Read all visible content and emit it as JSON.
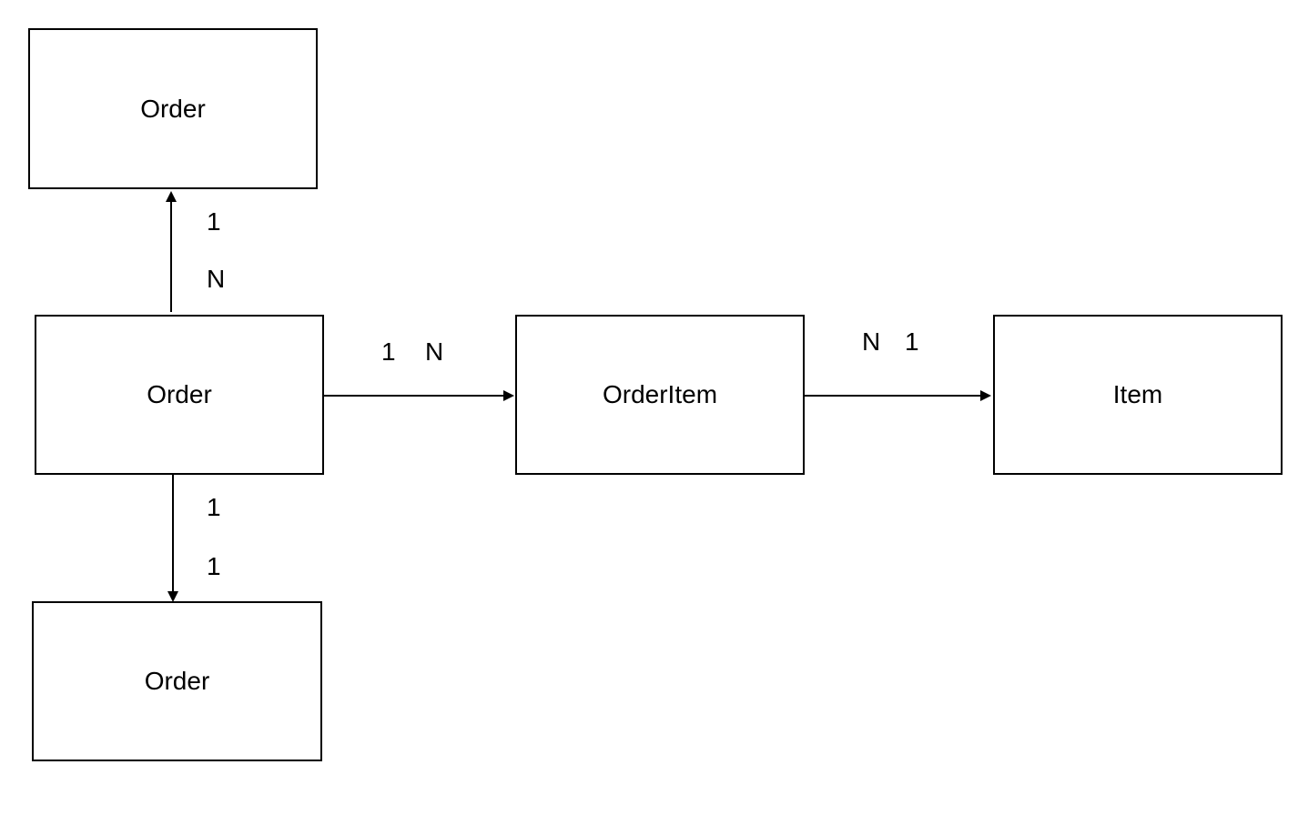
{
  "diagram": {
    "entities": {
      "order_top": "Order",
      "order_center": "Order",
      "order_bottom": "Order",
      "order_item": "OrderItem",
      "item": "Item"
    },
    "relationships": {
      "center_to_top": {
        "near_target": "1",
        "near_source": "N"
      },
      "center_to_bottom": {
        "near_source": "1",
        "near_target": "1"
      },
      "center_to_orderitem": {
        "near_source": "1",
        "near_target": "N"
      },
      "orderitem_to_item": {
        "near_source": "N",
        "near_target": "1"
      }
    },
    "colors": {
      "stroke": "#000000",
      "background": "#ffffff"
    }
  }
}
